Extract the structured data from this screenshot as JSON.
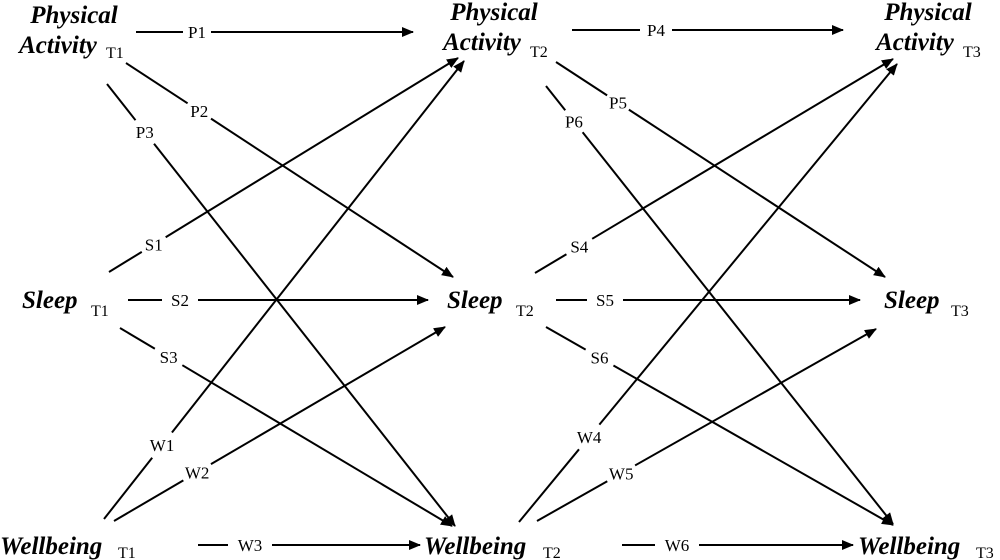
{
  "nodes": {
    "pa_t1": {
      "lines": [
        "Physical",
        "Activity"
      ],
      "time": "T1"
    },
    "pa_t2": {
      "lines": [
        "Physical",
        "Activity"
      ],
      "time": "T2"
    },
    "pa_t3": {
      "lines": [
        "Physical",
        "Activity"
      ],
      "time": "T3"
    },
    "sl_t1": {
      "lines": [
        "Sleep"
      ],
      "time": "T1"
    },
    "sl_t2": {
      "lines": [
        "Sleep"
      ],
      "time": "T2"
    },
    "sl_t3": {
      "lines": [
        "Sleep"
      ],
      "time": "T3"
    },
    "wb_t1": {
      "lines": [
        "Wellbeing"
      ],
      "time": "T1"
    },
    "wb_t2": {
      "lines": [
        "Wellbeing"
      ],
      "time": "T2"
    },
    "wb_t3": {
      "lines": [
        "Wellbeing"
      ],
      "time": "T3"
    }
  },
  "paths": [
    {
      "label": "P1",
      "from": "pa_t1",
      "to": "pa_t2"
    },
    {
      "label": "P2",
      "from": "pa_t1",
      "to": "sl_t2"
    },
    {
      "label": "P3",
      "from": "pa_t1",
      "to": "wb_t2"
    },
    {
      "label": "S1",
      "from": "sl_t1",
      "to": "pa_t2"
    },
    {
      "label": "S2",
      "from": "sl_t1",
      "to": "sl_t2"
    },
    {
      "label": "S3",
      "from": "sl_t1",
      "to": "wb_t2"
    },
    {
      "label": "W1",
      "from": "wb_t1",
      "to": "pa_t2"
    },
    {
      "label": "W2",
      "from": "wb_t1",
      "to": "sl_t2"
    },
    {
      "label": "W3",
      "from": "wb_t1",
      "to": "wb_t2"
    },
    {
      "label": "P4",
      "from": "pa_t2",
      "to": "pa_t3"
    },
    {
      "label": "P5",
      "from": "pa_t2",
      "to": "sl_t3"
    },
    {
      "label": "P6",
      "from": "pa_t2",
      "to": "wb_t3"
    },
    {
      "label": "S4",
      "from": "sl_t2",
      "to": "pa_t3"
    },
    {
      "label": "S5",
      "from": "sl_t2",
      "to": "sl_t3"
    },
    {
      "label": "S6",
      "from": "sl_t2",
      "to": "wb_t3"
    },
    {
      "label": "W4",
      "from": "wb_t2",
      "to": "pa_t3"
    },
    {
      "label": "W5",
      "from": "wb_t2",
      "to": "sl_t3"
    },
    {
      "label": "W6",
      "from": "wb_t2",
      "to": "wb_t3"
    }
  ]
}
